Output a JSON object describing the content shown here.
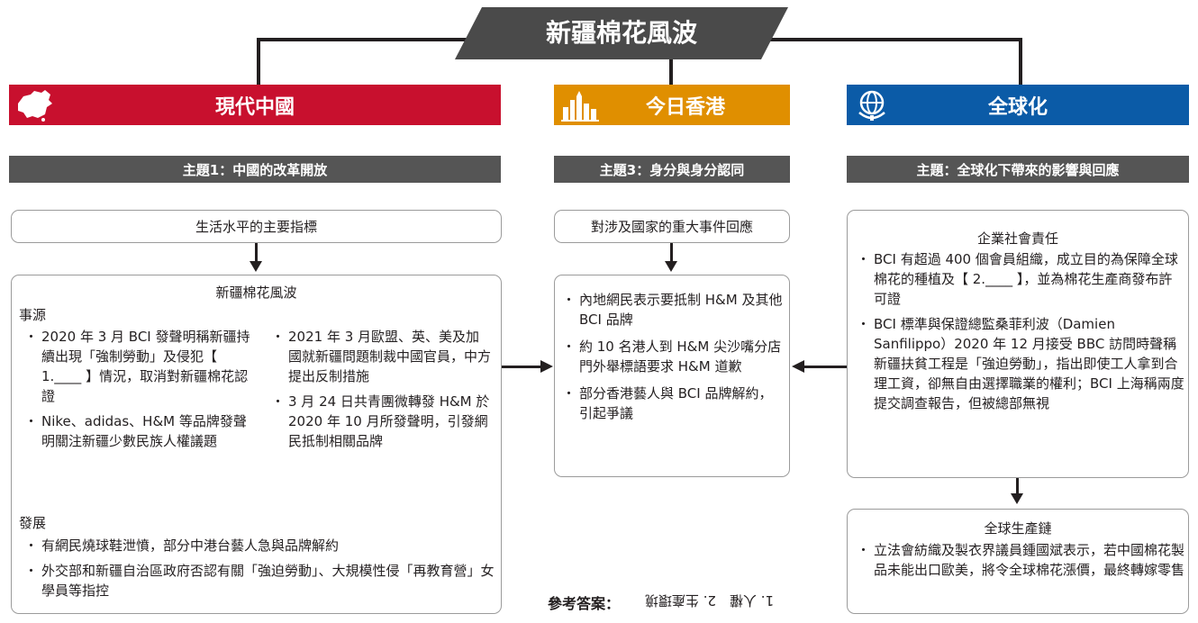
{
  "main_title": "新疆棉花風波",
  "colors": {
    "china": "#c8102e",
    "hongkong": "#e08f00",
    "global": "#0b5ba7",
    "dark": "#4a4a4a",
    "theme_bar": "#555555"
  },
  "columns": {
    "china": {
      "title": "現代中國",
      "icon": "china-map-icon",
      "theme": "主題1：中國的改革開放",
      "topic": "生活水平的主要指標",
      "detail": {
        "heading": "新疆棉花風波",
        "source_label": "事源",
        "source_left": [
          "2020 年 3 月 BCI 發聲明稱新疆持續出現「強制勞動」及侵犯【 1.____ 】情況，取消對新疆棉花認證",
          "Nike、adidas、H&M 等品牌發聲明關注新疆少數民族人權議題"
        ],
        "source_right": [
          "2021 年 3 月歐盟、英、美及加國就新疆問題制裁中國官員，中方提出反制措施",
          "3 月 24 日共青團微轉發 H&M 於 2020 年 10 月所發聲明，引發網民抵制相關品牌"
        ],
        "development_label": "發展",
        "development": [
          "有網民燒球鞋泄憤，部分中港台藝人急與品牌解約",
          "外交部和新疆自治區政府否認有關「強迫勞動」、大規模性侵「再教育營」女學員等指控"
        ]
      }
    },
    "hongkong": {
      "title": "今日香港",
      "icon": "skyline-icon",
      "theme": "主題3：身分與身分認同",
      "topic": "對涉及國家的重大事件回應",
      "points": [
        "內地網民表示要抵制 H&M 及其他 BCI 品牌",
        "約 10 名港人到 H&M 尖沙嘴分店門外舉標語要求 H&M 道歉",
        "部分香港藝人與 BCI 品牌解約，引起爭議"
      ]
    },
    "global": {
      "title": "全球化",
      "icon": "globe-icon",
      "theme": "主題：全球化下帶來的影響與回應",
      "csr": {
        "heading": "企業社會責任",
        "points": [
          "BCI 有超過 400 個會員組織，成立目的為保障全球棉花的種植及【 2.____ 】，並為棉花生產商發布許可證",
          "BCI 標準與保證總監桑菲利波（Damien Sanfilippo）2020 年 12 月接受 BBC 訪問時聲稱新疆扶貧工程是「強迫勞動」，指出即使工人拿到合理工資，卻無自由選擇職業的權利；BCI 上海稱兩度提交調查報告，但被總部無視"
        ]
      },
      "chain": {
        "heading": "全球生產鏈",
        "points": [
          "立法會紡織及製衣界議員鍾國斌表示，若中國棉花製品未能出口歐美，將令全球棉花漲價，最終轉嫁零售"
        ]
      }
    }
  },
  "answer": {
    "label": "參考答案：",
    "text": "1. 人權　2. 生產環境"
  }
}
